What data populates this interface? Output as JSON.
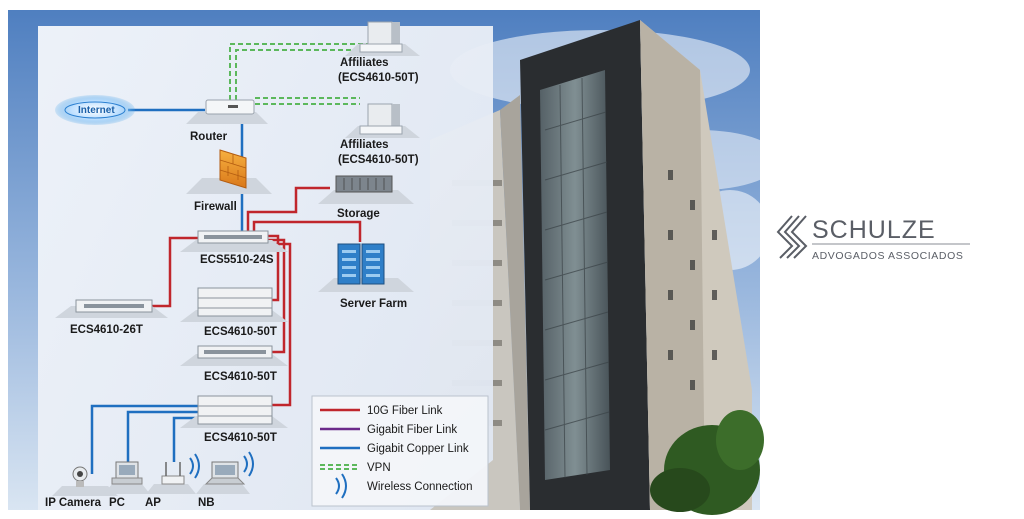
{
  "network": {
    "internet": "Internet",
    "router": "Router",
    "firewall": "Firewall",
    "affiliates_top": "Affiliates",
    "affiliates_top_model": "(ECS4610-50T)",
    "affiliates_bottom": "Affiliates",
    "affiliates_bottom_model": "(ECS4610-50T)",
    "storage": "Storage",
    "server_farm": "Server Farm",
    "core_switch": "ECS5510-24S",
    "side_switch": "ECS4610-26T",
    "access_switch_1": "ECS4610-50T",
    "access_switch_2": "ECS4610-50T",
    "access_switch_3": "ECS4610-50T",
    "ip_camera": "IP Camera",
    "pc": "PC",
    "ap": "AP",
    "nb": "NB"
  },
  "legend": {
    "items": [
      {
        "label": "10G Fiber Link",
        "color": "#c0262c",
        "style": "solid"
      },
      {
        "label": "Gigabit Fiber Link",
        "color": "#6b2a8a",
        "style": "solid"
      },
      {
        "label": "Gigabit Copper Link",
        "color": "#1f6fc0",
        "style": "solid"
      },
      {
        "label": "VPN",
        "color": "#5cb85c",
        "style": "dashed"
      },
      {
        "label": "Wireless Connection",
        "color": "#1f6fc0",
        "style": "wave"
      }
    ]
  },
  "brand": {
    "name": "SCHULZE",
    "tagline": "ADVOGADOS ASSOCIADOS"
  }
}
